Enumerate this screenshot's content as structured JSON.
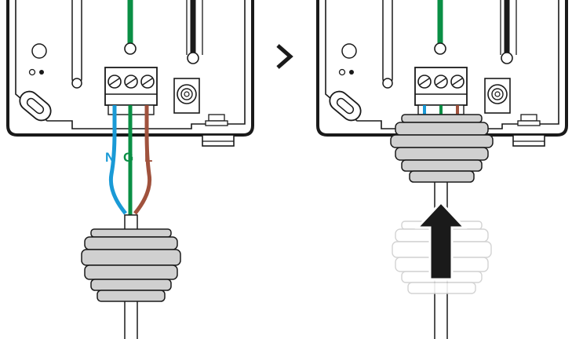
{
  "labels": {
    "neutral": "N",
    "ground": "G",
    "live": "L"
  },
  "colors": {
    "neutral": "#1a9ad6",
    "ground": "#0a8f45",
    "live": "#a0523d",
    "housing_outline": "#1a1a1a",
    "housing_fill": "#ffffff",
    "grommet_fill": "#d0d0d0",
    "arrow_fill": "#1a1a1a",
    "cable": "#1a1a1a"
  },
  "icons": {
    "step_separator": "chevron-right-icon",
    "direction": "arrow-up-icon"
  }
}
